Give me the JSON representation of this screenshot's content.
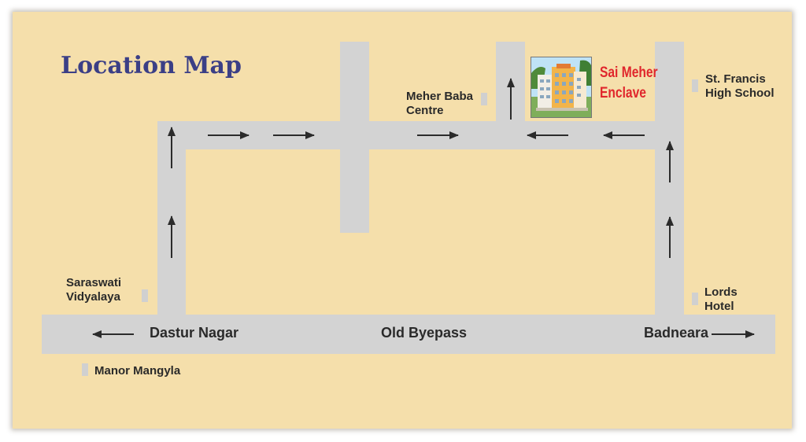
{
  "title": "Location Map",
  "project": {
    "line1": "Sai Meher",
    "line2": "Enclave"
  },
  "roads": {
    "dastur_nagar": "Dastur Nagar",
    "old_byepass": "Old Byepass",
    "badneara": "Badneara"
  },
  "landmarks": {
    "meher_baba": {
      "line1": "Meher Baba",
      "line2": "Centre"
    },
    "st_francis": {
      "line1": "St. Francis",
      "line2": "High School"
    },
    "saraswati": {
      "line1": "Saraswati",
      "line2": "Vidyalaya"
    },
    "lords": {
      "line1": "Lords",
      "line2": "Hotel"
    },
    "manor": "Manor Mangyla"
  },
  "colors": {
    "background": "#f5dfab",
    "road": "#d3d3d3",
    "title": "#3b3f86",
    "brand": "#e0262c",
    "arrow": "#2b2b2b"
  }
}
